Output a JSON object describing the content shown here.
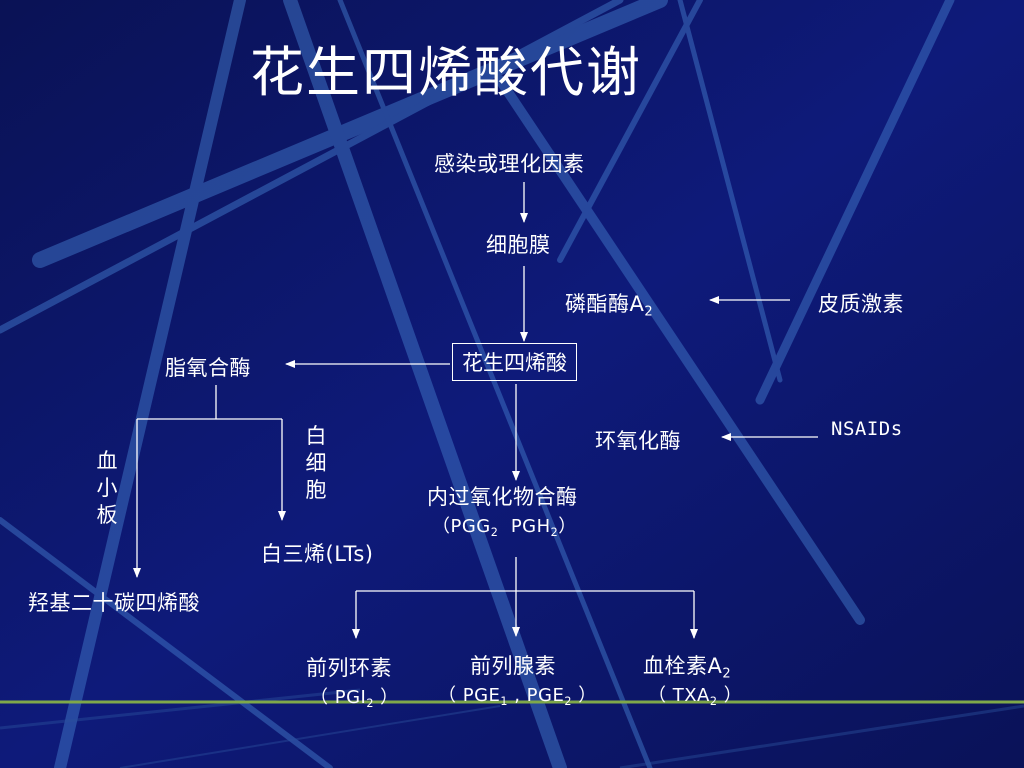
{
  "title": "花生四烯酸代谢",
  "nodes": {
    "trigger": "感染或理化因素",
    "cell_membrane": "细胞膜",
    "pla2": {
      "text": "磷酯酶A",
      "sub": "2"
    },
    "corticosteroids": "皮质激素",
    "arachidonic_acid": "花生四烯酸",
    "lipoxygenase": "脂氧合酶",
    "platelet": "血小板",
    "leukocyte": "白细胞",
    "cyclooxygenase": "环氧化酶",
    "nsaids": "NSAIDs",
    "hete": "羟基二十碳四烯酸",
    "leukotrienes": "白三烯(LTs)",
    "endoperoxide_synthase": "内过氧化物合酶",
    "endoperoxides": {
      "open": "（PGG",
      "sub1": "2",
      "mid": "  PGH",
      "sub2": "2",
      "close": "）"
    },
    "prostacyclin": {
      "name": "前列环素",
      "open": "（ PGI",
      "sub": "2",
      "close": " ）"
    },
    "prostaglandins": {
      "name": "前列腺素",
      "open": "（ PGE",
      "sub1": "1",
      "mid": " , PGE",
      "sub2": "2",
      "close": " ）"
    },
    "thromboxane": {
      "name": "血栓素A",
      "name_sub": "2",
      "open": "（ TXA",
      "sub": "2",
      "close": " ）"
    }
  },
  "colors": {
    "background": "#0b1466",
    "streak": "#3d6fc0",
    "text": "#ffffff",
    "bottom_line": "#7fa84a"
  }
}
